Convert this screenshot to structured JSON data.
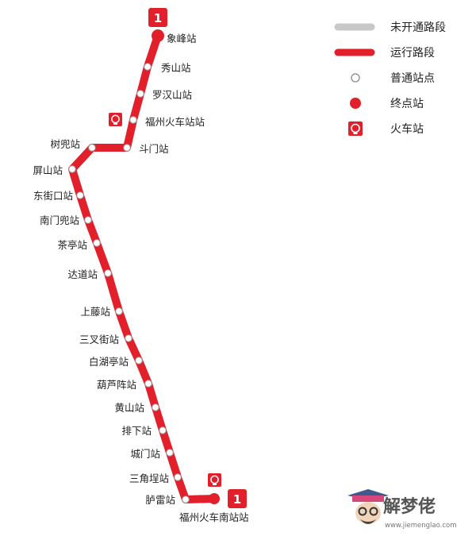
{
  "line": {
    "number": "1",
    "color": "#e1202b",
    "stations": [
      {
        "name": "象峰站",
        "terminal": true
      },
      {
        "name": "秀山站"
      },
      {
        "name": "罗汉山站"
      },
      {
        "name": "福州火车站站",
        "train_station": true
      },
      {
        "name": "斗门站"
      },
      {
        "name": "树兜站"
      },
      {
        "name": "屏山站"
      },
      {
        "name": "东街口站"
      },
      {
        "name": "南门兜站"
      },
      {
        "name": "茶亭站"
      },
      {
        "name": "达道站"
      },
      {
        "name": "上藤站"
      },
      {
        "name": "三叉街站"
      },
      {
        "name": "白湖亭站"
      },
      {
        "name": "葫芦阵站"
      },
      {
        "name": "黄山站"
      },
      {
        "name": "排下站"
      },
      {
        "name": "城门站"
      },
      {
        "name": "三角埕站"
      },
      {
        "name": "胪雷站"
      },
      {
        "name": "福州火车南站站",
        "terminal": true,
        "train_station": true
      }
    ]
  },
  "legend": {
    "items": [
      {
        "label": "未开通路段",
        "icon": "gray-line-icon",
        "color": "#c8c8c8"
      },
      {
        "label": "运行路段",
        "icon": "red-line-icon",
        "color": "#e1202b"
      },
      {
        "label": "普通站点",
        "icon": "station-circle-icon"
      },
      {
        "label": "终点站",
        "icon": "terminal-dot-icon",
        "color": "#e1202b"
      },
      {
        "label": "火车站",
        "icon": "train-station-icon",
        "color": "#e1202b"
      }
    ]
  },
  "watermark": {
    "brand": "解梦佬",
    "url": "www.jiemenglao.com"
  }
}
